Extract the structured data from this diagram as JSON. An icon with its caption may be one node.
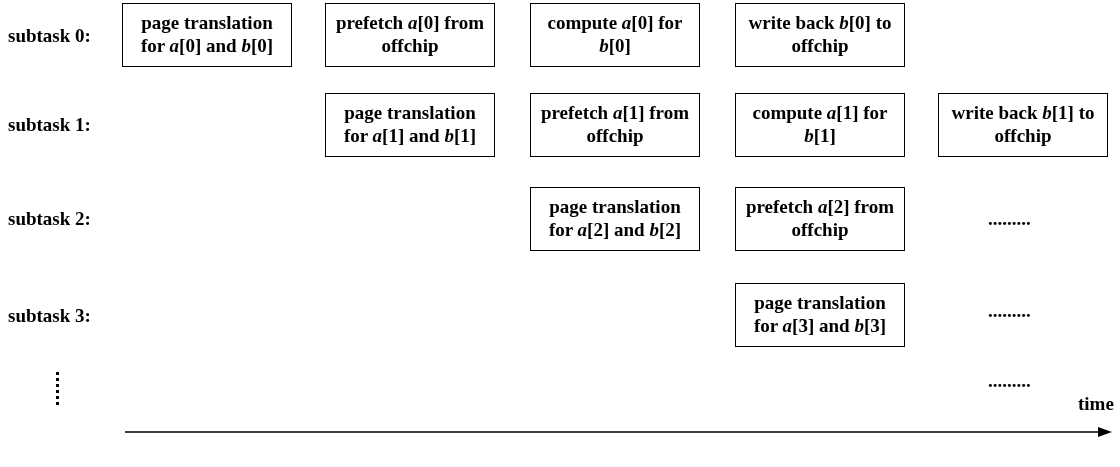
{
  "diagram": {
    "nodes": [
      {
        "text": [
          "page translation for *a*[0] and *b*[0]"
        ]
      },
      {
        "text": [
          "prefetch *a*[0] from offchip"
        ]
      },
      {
        "text": [
          "compute *a*[0] for *b*[0]"
        ]
      },
      {
        "text": [
          "write back *b*[0] to offchip"
        ]
      },
      {
        "text": [
          "page translation for *a*[1] and *b*[1]"
        ]
      },
      {
        "text": [
          "prefetch *a*[1] from offchip"
        ]
      },
      {
        "text": [
          "compute *a*[1] for *b*[1]"
        ]
      },
      {
        "text": [
          "write back *b*[1] to offchip"
        ]
      },
      {
        "text": [
          "page translation for *a*[2] and *b*[2]"
        ]
      },
      {
        "text": [
          "prefetch *a*[2] from offchip"
        ]
      },
      {
        "text": [
          "page translation for *a*[3] and *b*[3]"
        ]
      }
    ],
    "labels": [
      "subtask 0:",
      "subtask 1:",
      "subtask 2:",
      ".........",
      "subtask 3:",
      ".........",
      ".........",
      "time"
    ]
  }
}
